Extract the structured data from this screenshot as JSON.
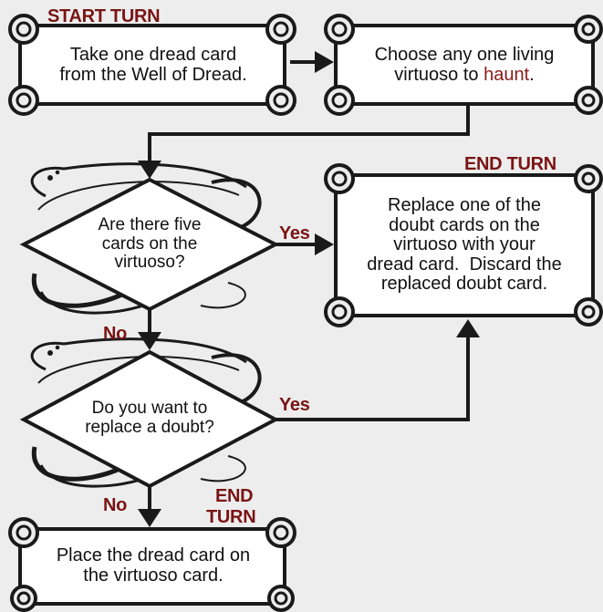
{
  "colors": {
    "background": "#ededed",
    "accent": "#8b1a1a",
    "line": "#1a1a1a",
    "box_fill": "#ffffff"
  },
  "labels": {
    "start_turn": "START TURN",
    "end_turn_top": "END TURN",
    "end_turn_bottom_1": "END",
    "end_turn_bottom_2": "TURN",
    "yes_1": "Yes",
    "yes_2": "Yes",
    "no_1": "No",
    "no_2": "No"
  },
  "boxes": {
    "take_card": {
      "line1": "Take one dread card",
      "line2": "from the Well of Dread."
    },
    "choose_virtuoso": {
      "line1": "Choose any one living",
      "line2_prefix": "virtuoso to ",
      "line2_accent": "haunt",
      "line2_suffix": "."
    },
    "replace_doubt": {
      "line1": "Replace one of the",
      "line2": "doubt cards on the",
      "line3": "virtuoso with your",
      "line4": "dread card.  Discard the",
      "line5": "replaced doubt card."
    },
    "place_card": {
      "line1": "Place the dread card on",
      "line2": "the virtuoso card."
    }
  },
  "decisions": {
    "five_cards": {
      "line1": "Are there five",
      "line2": "cards on the",
      "line3": "virtuoso?"
    },
    "replace_doubt_q": {
      "line1": "Do you want to",
      "line2": "replace a doubt?"
    }
  }
}
